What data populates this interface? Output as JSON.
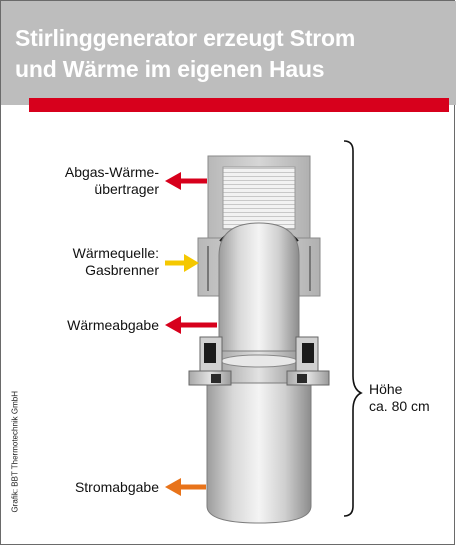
{
  "title": {
    "line1": "Stirlinggenerator erzeugt Strom",
    "line2": "und Wärme im eigenen Haus"
  },
  "labels": {
    "exhaust_line1": "Abgas-Wärme-",
    "exhaust_line2": "übertrager",
    "heat_source_line1": "Wärmequelle:",
    "heat_source_line2": "Gasbrenner",
    "heat_output": "Wärmeabgabe",
    "power_output": "Stromabgabe",
    "height_line1": "Höhe",
    "height_line2": "ca. 80 cm"
  },
  "credit": "Grafik: BBT Thermotechnik GmbH",
  "colors": {
    "header_bg": "#bdbdbd",
    "accent_red": "#d7001c",
    "arrow_red": "#d7001c",
    "arrow_yellow": "#f5c800",
    "arrow_orange": "#e8731a"
  }
}
